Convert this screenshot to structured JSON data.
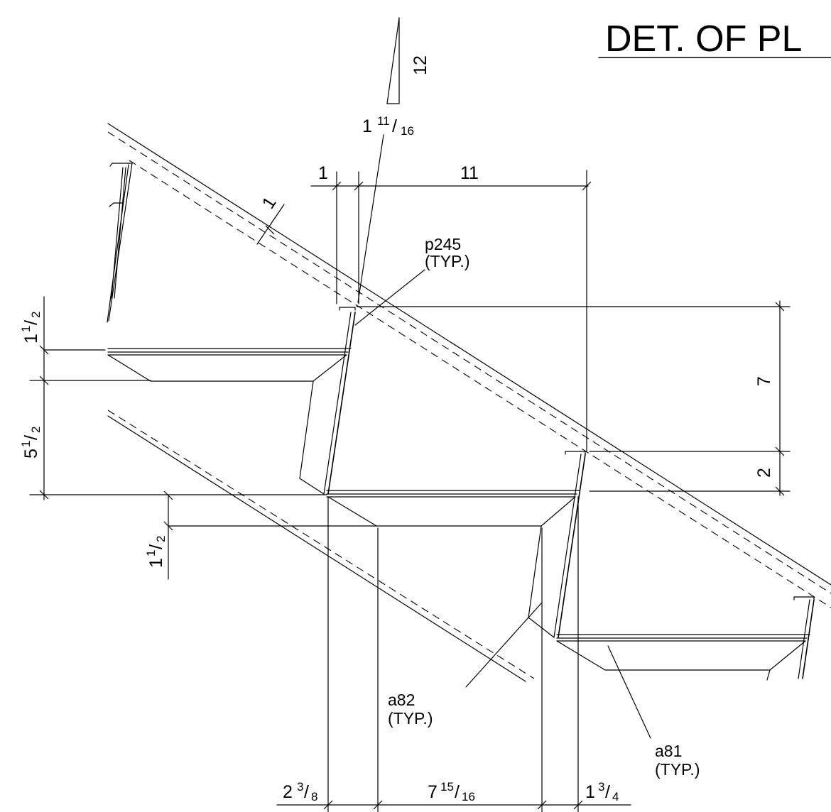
{
  "title": "DET. OF PL",
  "slope": {
    "rise": "12",
    "run_whole": "1",
    "run_num": "11",
    "run_den": "16"
  },
  "dims": {
    "one_top": "1",
    "eleven": "11",
    "one_diag": "1",
    "seven": "7",
    "two": "2",
    "a_whole": "1",
    "a_num": "1",
    "a_den": "2",
    "b_whole": "5",
    "b_num": "1",
    "b_den": "2",
    "c_whole": "1",
    "c_num": "1",
    "c_den": "2",
    "d_whole": "2",
    "d_num": "3",
    "d_den": "8",
    "e_whole": "7",
    "e_num": "15",
    "e_den": "16",
    "f_whole": "1",
    "f_num": "3",
    "f_den": "4"
  },
  "labels": {
    "p245": "p245",
    "p245_typ": "(TYP.)",
    "a82": "a82",
    "a82_typ": "(TYP.)",
    "a81": "a81",
    "a81_typ": "(TYP.)"
  }
}
